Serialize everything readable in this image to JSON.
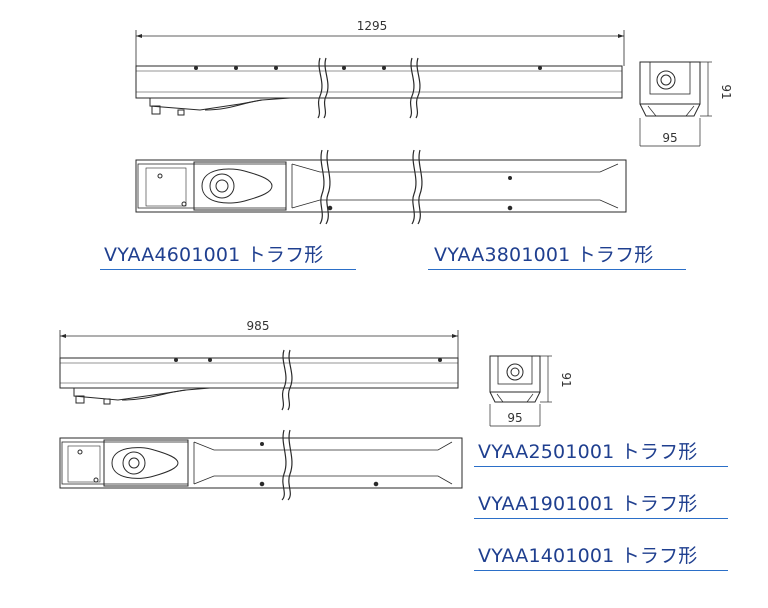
{
  "top": {
    "length_dim": "1295",
    "height_dim": "91",
    "width_dim": "95",
    "labels": [
      "VYAA4601001 トラフ形",
      "VYAA3801001 トラフ形"
    ]
  },
  "bottom": {
    "length_dim": "985",
    "height_dim": "91",
    "width_dim": "95",
    "labels": [
      "VYAA2501001 トラフ形",
      "VYAA1901001 トラフ形",
      "VYAA1401001 トラフ形"
    ]
  },
  "colors": {
    "line": "#2a2a2a",
    "label_text": "#1f3f8f",
    "underline": "#2b6fc8"
  }
}
